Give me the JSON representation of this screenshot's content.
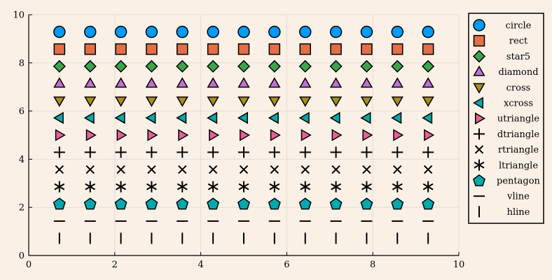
{
  "chart_data": {
    "type": "scatter",
    "title": "",
    "xlabel": "",
    "ylabel": "",
    "xlim": [
      0,
      10
    ],
    "ylim": [
      0,
      10
    ],
    "grid": true,
    "legend_position": "outer-right",
    "x_ticks": [
      "0",
      "2",
      "4",
      "6",
      "8",
      "10"
    ],
    "y_ticks": [
      "0",
      "2",
      "4",
      "6",
      "8",
      "10"
    ],
    "x": [
      0.714,
      1.429,
      2.143,
      2.857,
      3.571,
      4.286,
      5.0,
      5.714,
      6.429,
      7.143,
      7.857,
      8.571,
      9.286
    ],
    "series": [
      {
        "name": "circle",
        "marker": "circle",
        "color": "#009af9",
        "y": 9.286
      },
      {
        "name": "rect",
        "marker": "rect",
        "color": "#e26f46",
        "y": 8.571
      },
      {
        "name": "star5",
        "marker": "diamond",
        "color": "#3da44d",
        "y": 7.857
      },
      {
        "name": "diamond",
        "marker": "utriangle",
        "color": "#c271d2",
        "y": 7.143
      },
      {
        "name": "cross",
        "marker": "dtriangle",
        "color": "#ac8e18",
        "y": 6.429
      },
      {
        "name": "xcross",
        "marker": "ltriangle",
        "color": "#00a9ad",
        "y": 5.714
      },
      {
        "name": "utriangle",
        "marker": "rtriangle",
        "color": "#ed5e93",
        "y": 5.0
      },
      {
        "name": "dtriangle",
        "marker": "cross",
        "color": "#000000",
        "y": 4.286
      },
      {
        "name": "rtriangle",
        "marker": "xcross",
        "color": "#000000",
        "y": 3.571
      },
      {
        "name": "ltriangle",
        "marker": "star6",
        "color": "#000000",
        "y": 2.857
      },
      {
        "name": "pentagon",
        "marker": "pentagon",
        "color": "#00a9ad",
        "y": 2.143
      },
      {
        "name": "vline",
        "marker": "hline",
        "color": "#000000",
        "y": 1.429
      },
      {
        "name": "hline",
        "marker": "vline",
        "color": "#000000",
        "y": 0.714
      }
    ]
  },
  "colors": {
    "background": "#faf0e6",
    "grid": "#e4dcd4",
    "axis": "#000000"
  }
}
